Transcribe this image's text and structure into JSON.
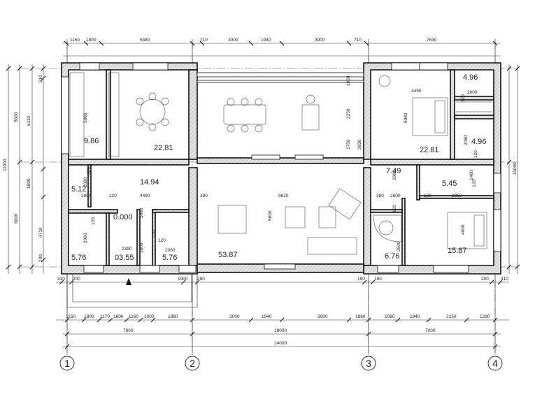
{
  "top_dims": {
    "row1": [
      "1150",
      "1800",
      "5480",
      "710",
      "3000",
      "1940",
      "3900",
      "710",
      "7630"
    ]
  },
  "bottom_dims": {
    "row1": [
      "310",
      "200",
      "1900",
      "290",
      "190",
      "190",
      "200",
      "310"
    ],
    "row2": [
      "1150",
      "1800",
      "1170",
      "1800",
      "1160",
      "1000",
      "1860",
      "3000",
      "1940",
      "3900",
      "1860",
      "1080",
      "1940",
      "2250",
      "1290"
    ],
    "row3": [
      "7800",
      "18000",
      "7000"
    ],
    "row4": [
      "24000"
    ]
  },
  "left_dims": {
    "outer": [
      "11000"
    ],
    "mid": [
      "5600",
      "6000"
    ],
    "inner": [
      "510",
      "6110",
      "1800",
      "4710",
      "200"
    ]
  },
  "right_dims": {
    "outer": [
      "11000"
    ]
  },
  "inner_dims": [
    "5080",
    "120",
    "2800",
    "120",
    "4490",
    "3980",
    "2680",
    "120",
    "2980",
    "2390",
    "1600",
    "2080",
    "120",
    "120",
    "380",
    "9620",
    "5600",
    "2250",
    "1950",
    "1750",
    "2650",
    "380",
    "2600",
    "7.49",
    "120",
    "2980",
    "2500",
    "120",
    "3950",
    "1480",
    "4490",
    "2000",
    "5080",
    "2480",
    "120",
    "120",
    "4000",
    "120"
  ],
  "room_areas": {
    "kitchen": "9.86",
    "dining_left": "22.81",
    "bath_small": "5.12",
    "hall": "14.94",
    "level": "0.000",
    "storage_a": "5.76",
    "storage_b": "03.55",
    "storage_c": "5.76",
    "living": "53.87",
    "bedroom_top": "22.81",
    "wardrobe_top": "4.96",
    "wardrobe_mid": "4.96",
    "corridor": "7.49",
    "bath_right": "5.45",
    "bath_big": "6.76",
    "bedroom_bottom": "15.87"
  },
  "axes": [
    "1",
    "2",
    "3",
    "4"
  ]
}
